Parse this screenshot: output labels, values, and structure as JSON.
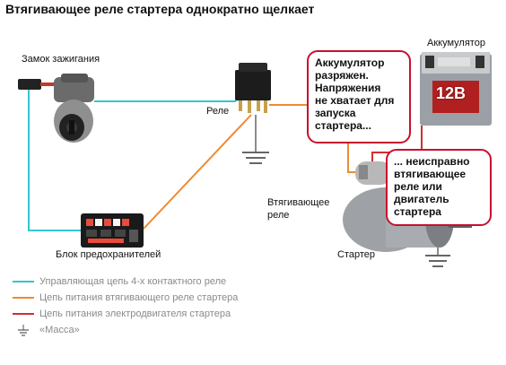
{
  "title": "Втягивающее реле стартера однократно щелкает",
  "labels": {
    "ignition": "Замок зажигания",
    "relay": "Реле",
    "battery": "Аккумулятор",
    "fusebox": "Блок предохранителей",
    "solenoid_line1": "Втягивающее",
    "solenoid_line2": "реле",
    "starter": "Стартер",
    "battery_voltage": "12В"
  },
  "bubbles": {
    "battery_msg": [
      "Аккумулятор",
      "разряжен.",
      "Напряжения",
      "не хватает для",
      "запуска",
      "стартера..."
    ],
    "starter_msg": [
      "... неисправно",
      "втягивающее",
      "реле или",
      "двигатель",
      "стартера"
    ]
  },
  "legend": [
    {
      "text": "Управляющая цепь 4-х контактного реле",
      "color": "#35c4d6",
      "kind": "line"
    },
    {
      "text": "Цепь питания втягивающего реле стартера",
      "color": "#f08a30",
      "kind": "line"
    },
    {
      "text": "Цепь питания электродвигателя стартера",
      "color": "#d32f2f",
      "kind": "line"
    },
    {
      "text": "«Масса»",
      "color": "#555555",
      "kind": "ground"
    }
  ],
  "colors": {
    "control": "#35c4d6",
    "solenoid_power": "#f08a30",
    "motor_power": "#d32f2f",
    "bubble_border": "#c8102e"
  }
}
